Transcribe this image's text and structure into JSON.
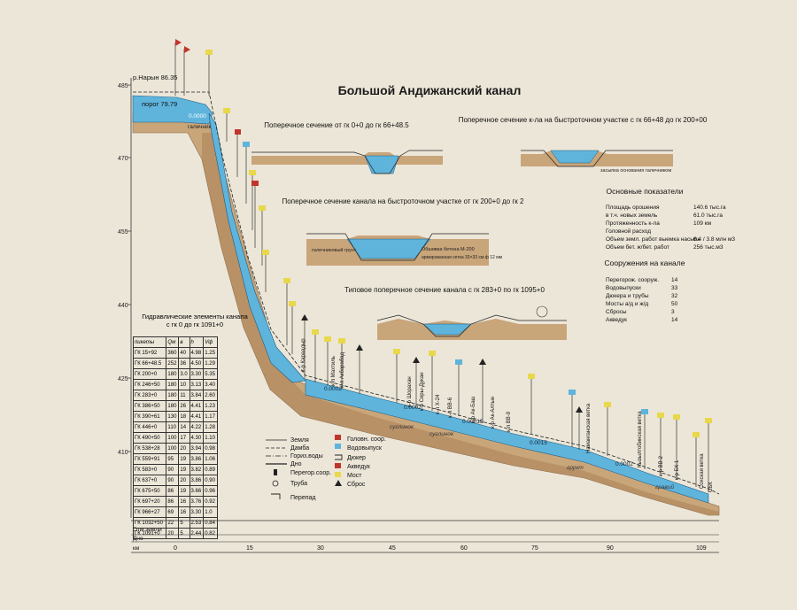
{
  "title": "Большой Андижанский канал",
  "source": {
    "label": "р.Нарын",
    "level": "86.35",
    "sill_label": "порог",
    "sill_level": "79.79"
  },
  "elevation_ticks": [
    "485",
    "470",
    "455",
    "440",
    "425",
    "410"
  ],
  "km_ticks": [
    "0",
    "15",
    "30",
    "45",
    "60",
    "75",
    "90",
    "109"
  ],
  "axis_rows": {
    "ground": "Отм.земли",
    "bottom": "Дно",
    "km": "км"
  },
  "labels": {
    "gravel": "галечник",
    "slope0": "0.0000",
    "slope1": "0.0002",
    "slope2": "0.0002",
    "slope3": "0.00015",
    "slope4": "0.0015",
    "slope5": "0.0002",
    "soil1": "суглинок",
    "soil2": "суглинок",
    "soil3": "грунт",
    "soil4": "гравий",
    "canals": [
      "к-р Караадыр",
      "к-л Махтиль",
      "к-л Акбарабад",
      "к-р Шорахан",
      "к-р Серы-Дукан",
      "к-л Х-24",
      "к-л ВВ-6",
      "к-р Ак-Баш",
      "к-р Ак-Алтын",
      "к-л ВВ-9",
      "Наманганская ветка",
      "Кызылтобинская ветка",
      "к-р ВВ-2",
      "к-р БК-1",
      "Сохская ветка",
      "СБК"
    ]
  },
  "sections": [
    {
      "title": "Поперечное сечение от гк 0+0 до гк 66+48.5"
    },
    {
      "title": "Поперечное сечение к-ла на быстроточном участке с гк 66+48 до гк 200+00",
      "note": "засыпка основания галечником"
    },
    {
      "title": "Поперечное сечение канала на быстроточном участке от гк 200+0 до гк 2",
      "note1": "Обшивка бетона М-200",
      "note2": "галечниковый грунт",
      "note3": "армированная сетка 33×33 см ф 12 мм"
    },
    {
      "title": "Типовое поперечное сечение канала с гк 283+0 по гк 1095+0"
    }
  ],
  "main_indicators": {
    "title": "Основные показатели",
    "rows": [
      {
        "label": "Площадь орошения",
        "value": "140.6 тыс.га"
      },
      {
        "label": "в т.ч. новых земель",
        "value": "61.0 тыс.га"
      },
      {
        "label": "Протяженность к-ла",
        "value": "109 км"
      },
      {
        "label": "Головной расход",
        "value": ""
      },
      {
        "label": "Объем земл. работ выемка насыпь",
        "value": "6.4 / 3.8 млн м3"
      },
      {
        "label": "Объем бет. ж/бет. работ",
        "value": "256 тыс.м3"
      }
    ]
  },
  "structures": {
    "title": "Сооружения на канале",
    "rows": [
      {
        "label": "Перегорож. сооруж.",
        "value": "14"
      },
      {
        "label": "Водовыпуски",
        "value": "33"
      },
      {
        "label": "Дюкера и трубы",
        "value": "32"
      },
      {
        "label": "Мосты а/д и ж/д",
        "value": "50"
      },
      {
        "label": "Сбросы",
        "value": "3"
      },
      {
        "label": "Акведук",
        "value": "14"
      }
    ]
  },
  "legend": {
    "left": [
      "Земля",
      "Дамба",
      "Гориз.воды",
      "Дно",
      "Перегор.соор.",
      "Труба",
      "Перепад"
    ],
    "right": [
      "Головн. соор.",
      "Водовыпуск",
      "Дюкер",
      "Акведук",
      "Мост",
      "Сброс"
    ]
  },
  "hydraulics": {
    "title": "Гидравлические элементы канала с гк 0 до гк 1091+0",
    "headers": [
      "пикеты",
      "Qм",
      "в",
      "h",
      "Vф"
    ],
    "rows": [
      [
        "ГК 15+92",
        "360",
        "40",
        "4.98",
        "1.25"
      ],
      [
        "ГК 66+48.5",
        "252",
        "36",
        "4.50",
        "1.29"
      ],
      [
        "ГК 200+0",
        "180",
        "3.0",
        "3.30",
        "5.35"
      ],
      [
        "ГК 246+50",
        "180",
        "10",
        "3.13",
        "3.40"
      ],
      [
        "ГК 283+0",
        "180",
        "11",
        "3.84",
        "2.60"
      ],
      [
        "ГК 386+50",
        "180",
        "26",
        "4.41",
        "1.23"
      ],
      [
        "ГК 390+61",
        "130",
        "18",
        "4.41",
        "1.17"
      ],
      [
        "ГК 446+0",
        "110",
        "14",
        "4.22",
        "1.28"
      ],
      [
        "ГК 490+50",
        "100",
        "17",
        "4.30",
        "1.10"
      ],
      [
        "ГК 538+28",
        "100",
        "20",
        "3.94",
        "0.98"
      ],
      [
        "ГК 559+91",
        "95",
        "19",
        "3.86",
        "1.06"
      ],
      [
        "ГК 583+0",
        "90",
        "19",
        "3.82",
        "0.89"
      ],
      [
        "ГК 637+0",
        "90",
        "20",
        "3.86",
        "0.90"
      ],
      [
        "ГК 675+50",
        "86",
        "19",
        "3.66",
        "0.96"
      ],
      [
        "ГК 697+20",
        "86",
        "16",
        "3.76",
        "0.92"
      ],
      [
        "ГК 966+27",
        "69",
        "16",
        "3.30",
        "1.0"
      ],
      [
        "ГК 1032+50",
        "22",
        "5",
        "2.53",
        "0.84"
      ],
      [
        "ГК 1091+0",
        "20",
        "5",
        "2.44",
        "0.82"
      ]
    ]
  },
  "colors": {
    "water": "#5fb4dc",
    "earth": "#c9a57a",
    "paper": "#ece6d8",
    "line": "#2a2a2a"
  }
}
